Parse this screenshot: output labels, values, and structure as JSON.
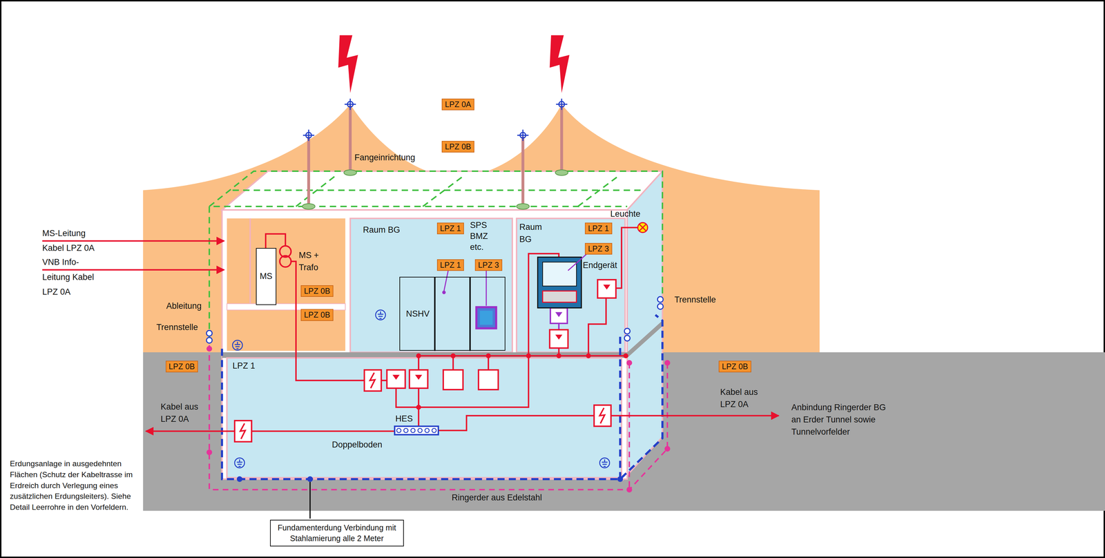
{
  "diagram": {
    "nodes": [
      {
        "text": [
          "LPZ 0A"
        ]
      },
      {
        "text": [
          "LPZ 0B"
        ]
      },
      {
        "text": [
          "LPZ 0B"
        ]
      },
      {
        "text": [
          "LPZ 0B"
        ]
      },
      {
        "text": [
          "MS"
        ]
      },
      {
        "text": [
          "Raum BG",
          "SPS BMZ etc."
        ]
      },
      {
        "text": [
          "LPZ 1"
        ],
        "in": 5
      },
      {
        "text": [
          "LPZ 1"
        ],
        "in": 5
      },
      {
        "text": [
          "LPZ 3"
        ],
        "in": 5
      },
      {
        "text": [
          "NSHV"
        ],
        "in": 5
      },
      {
        "text": [
          "Raum BG"
        ]
      },
      {
        "text": [
          "LPZ 1"
        ],
        "in": 10
      },
      {
        "text": [
          "LPZ 3"
        ],
        "in": 10
      },
      {
        "text": [
          "LPZ 0B"
        ]
      },
      {
        "text": [
          "LPZ 0B"
        ]
      },
      {
        "text": [
          "Fundamenterdung Verbindung mit Stahlamierung alle 2 Meter"
        ]
      }
    ],
    "labels": [
      "Fangeinrichtung",
      "MS-Leitung Kabel LPZ 0A",
      "VNB Info-Leitung Kabel LPZ 0A",
      "MS + Trafo",
      "Ableitung",
      "Trennstelle",
      "Trennstelle",
      "Leuchte",
      "Endgerät",
      "LPZ 1",
      "HES",
      "Kabel aus LPZ 0A",
      "Kabel aus LPZ 0A",
      "Anbindung Ringerder BG an Erder Tunnel sowie Tunnelvorfelder",
      "Doppelboden",
      "Ringerder aus Edelstahl",
      "Erdungsanlage in ausgedehnten Flächen (Schutz der Kabeltrasse im Erdreich durch Verlegung eines zusätzlichen Erdungsleiters). Siehe Detail Leerrohre in den Vorfeldern."
    ]
  }
}
